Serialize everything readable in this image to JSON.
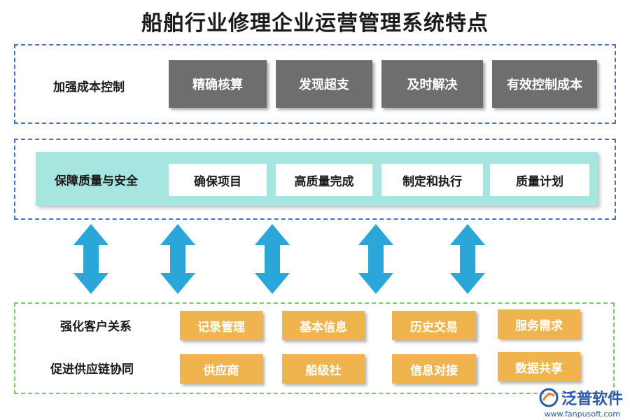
{
  "title": "船舶行业修理企业运营管理系统特点",
  "cost_control": {
    "label": "加强成本控制",
    "items": [
      "精确核算",
      "发现超支",
      "及时解决",
      "有效控制成本"
    ]
  },
  "quality": {
    "label": "保障质量与安全",
    "items": [
      "确保项目",
      "高质量完成",
      "制定和执行",
      "质量计划"
    ]
  },
  "customer": {
    "label": "强化客户关系",
    "items": [
      "记录管理",
      "基本信息",
      "历史交易",
      "服务需求"
    ]
  },
  "supply": {
    "label": "促进供应链协同",
    "items": [
      "供应商",
      "船级社",
      "信息对接",
      "数据共享"
    ]
  },
  "colors": {
    "arrow": "#2aa6d8",
    "gray_box": "#6e6e6e",
    "teal_band": "#a7e5e0",
    "orange_box": "#efb44e",
    "blue_frame": "#4a6fc4",
    "green_frame": "#7cc46a"
  },
  "brand": {
    "name": "泛普软件",
    "url": "www.fanpusoft.com"
  }
}
